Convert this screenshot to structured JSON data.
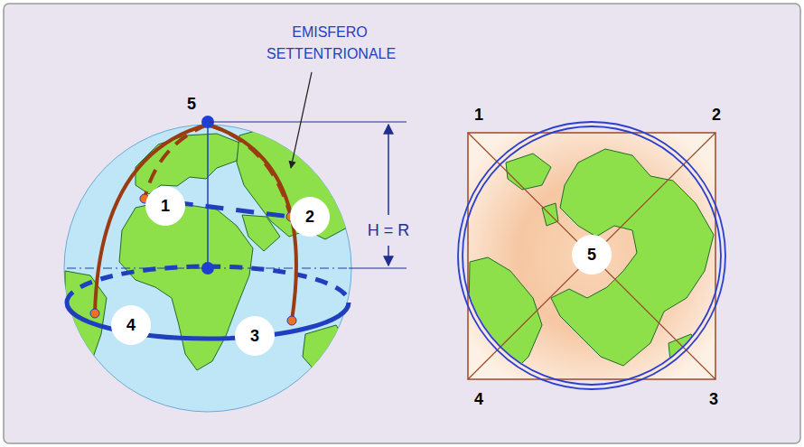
{
  "diagram": {
    "nodes": [
      {
        "text": [
          "1"
        ]
      },
      {
        "text": [
          "2"
        ]
      },
      {
        "text": [
          "4"
        ]
      },
      {
        "text": [
          "3"
        ]
      },
      {
        "text": [
          "5"
        ]
      }
    ],
    "labels": [
      "EMISFERO SETTENTRIONALE",
      "5",
      "H = R",
      "1",
      "2",
      "4",
      "3"
    ]
  }
}
